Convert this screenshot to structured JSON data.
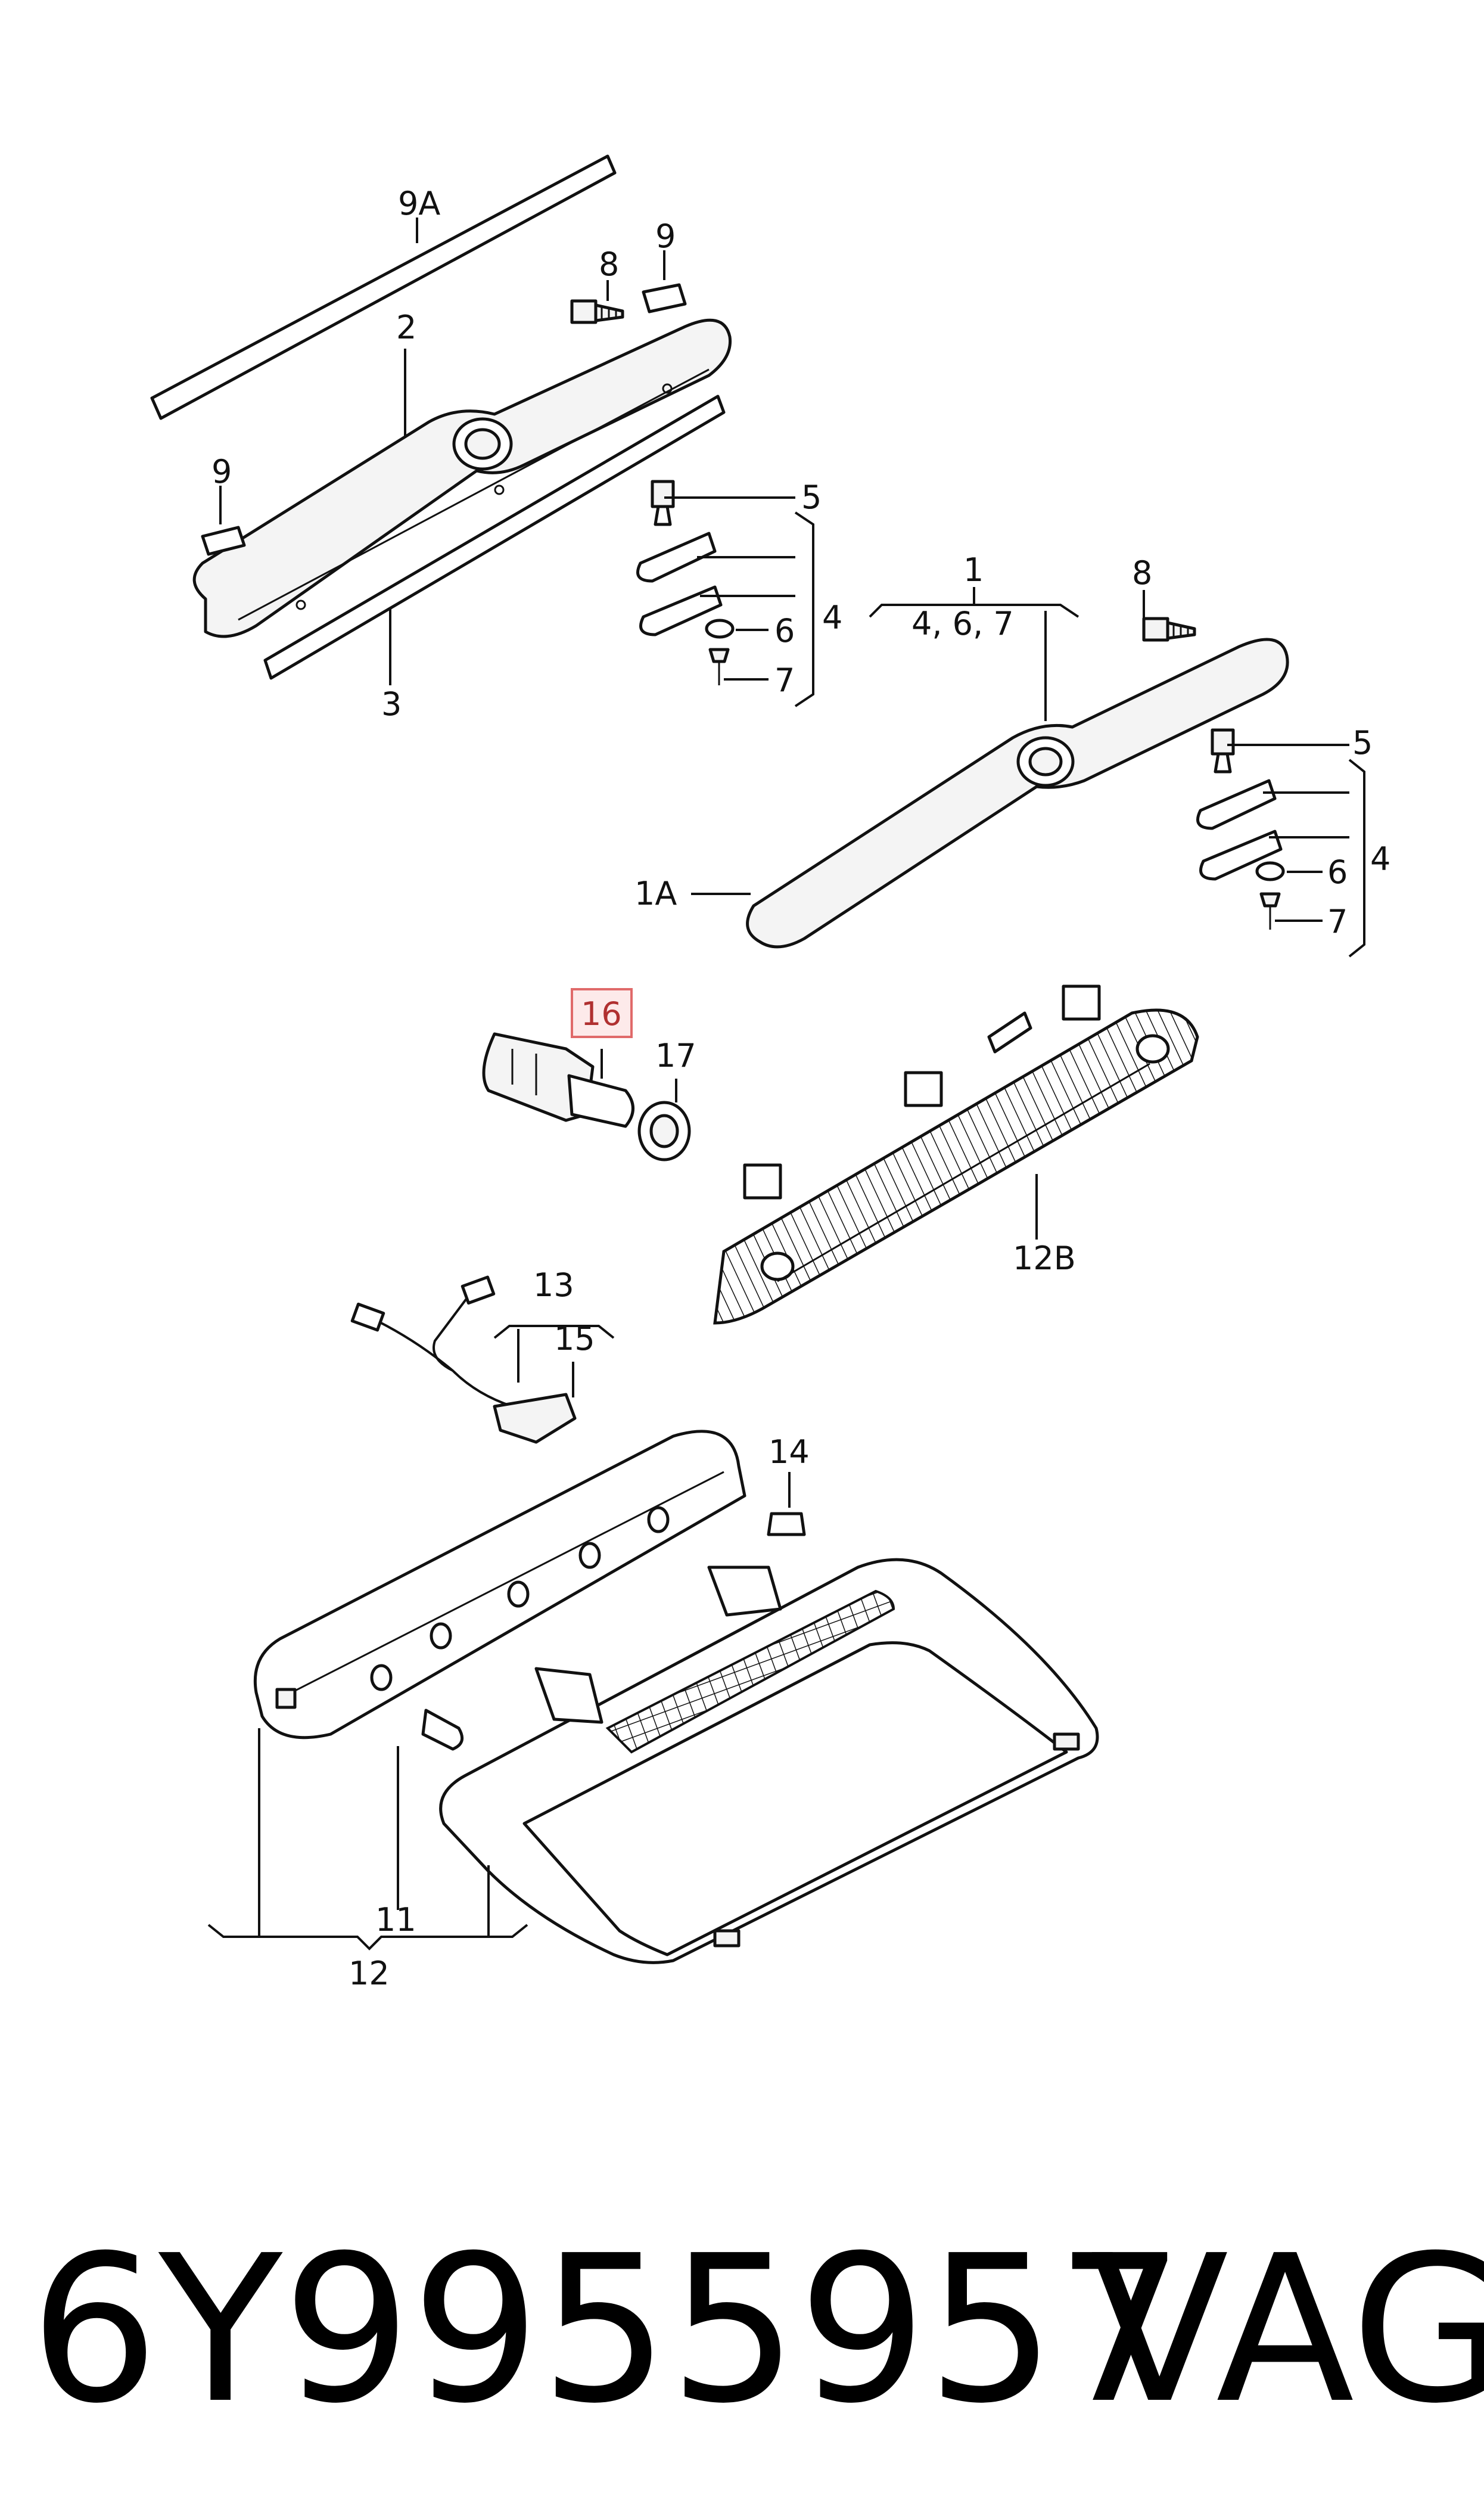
{
  "callouts": {
    "c9A": "9A",
    "c8a": "8",
    "c9a": "9",
    "c2": "2",
    "c9b": "9",
    "c3": "3",
    "c5a": "5",
    "c4a": "4",
    "c6a": "6",
    "c7a": "7",
    "c1": "1",
    "c1sub": "4, 6, 7",
    "c8b": "8",
    "c5b": "5",
    "c4b": "4",
    "c6b": "6",
    "c7b": "7",
    "c1A": "1A",
    "c16": "16",
    "c17": "17",
    "c12B": "12B",
    "c13": "13",
    "c15": "15",
    "c14": "14",
    "c11": "11",
    "c12": "12"
  },
  "highlight": {
    "label": "16",
    "color": "#e06a6a"
  },
  "footer": {
    "part_number": "6Y9955957",
    "brand": "VAG"
  }
}
